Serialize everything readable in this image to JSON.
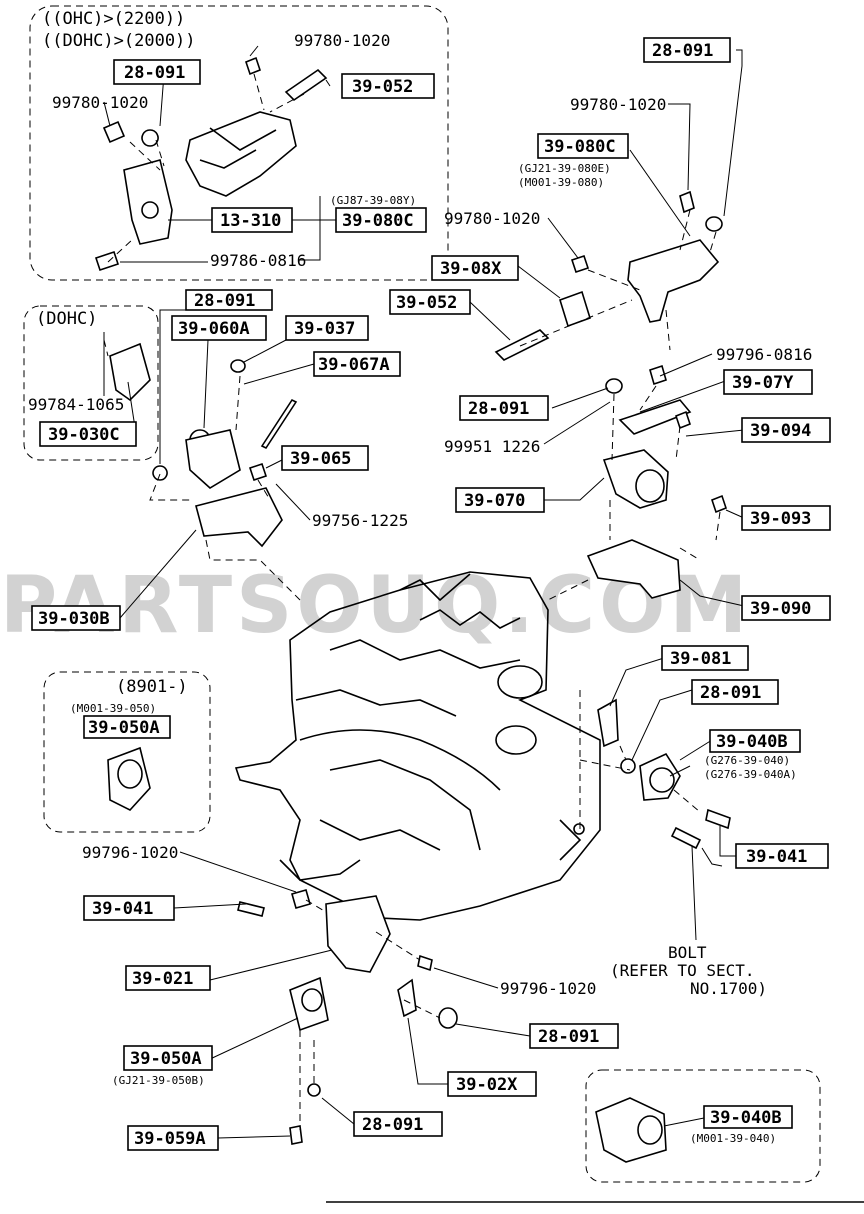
{
  "watermark": "PARTSOUQ.COM",
  "conditions": {
    "ohc_dohc_line1": "((OHC)>(2200))",
    "ohc_dohc_line2": "((DOHC)>(2000))",
    "dohc": "(DOHC)",
    "from_8901": "(8901-)"
  },
  "part_boxes": {
    "b28091_a": "28-091",
    "b39052_a": "39-052",
    "b13310": "13-310",
    "b39080c_a": "39-080C",
    "b28091_b": "28-091",
    "b39080c_b": "39-080C",
    "b3908x": "39-08X",
    "b39052_b": "39-052",
    "b28091_c": "28-091",
    "b39060a": "39-060A",
    "b39037": "39-037",
    "b39067a": "39-067A",
    "b39030c": "39-030C",
    "b39065": "39-065",
    "b39030b": "39-030B",
    "b39050a_a": "39-050A",
    "b28091_d": "28-091",
    "b39070": "39-070",
    "b3907y": "39-07Y",
    "b39094": "39-094",
    "b39093": "39-093",
    "b39090": "39-090",
    "b39081": "39-081",
    "b28091_e": "28-091",
    "b39040b_a": "39-040B",
    "b39041_a": "39-041",
    "b39041_b": "39-041",
    "b39021": "39-021",
    "b28091_f": "28-091",
    "b39050a_b": "39-050A",
    "b39059a": "39-059A",
    "b28091_g": "28-091",
    "b3902x": "39-02X",
    "b39040b_b": "39-040B"
  },
  "plain_labels": {
    "p99780_a": "99780-1020",
    "p99780_b": "99780-1020",
    "p99786": "99786-0816",
    "p99780_c": "99780-1020",
    "p99780_d": "99780-1020",
    "p99784": "99784-1065",
    "p99756": "99756-1225",
    "p99796_0816": "99796-0816",
    "p99951": "99951 1226",
    "p99796_a": "99796-1020",
    "p99796_b": "99796-1020"
  },
  "small_labels": {
    "gj87": "(GJ87-39-08Y)",
    "gj21_080e": "(GJ21-39-080E)",
    "m001_080": "(M001-39-080)",
    "m001_050": "(M001-39-050)",
    "g276_040": "(G276-39-040)",
    "g276_040a": "(G276-39-040A)",
    "gj21_050b": "(GJ21-39-050B)",
    "m001_040": "(M001-39-040)"
  },
  "bolt_note": {
    "line1": "BOLT",
    "line2": "(REFER TO SECT.",
    "line3": "NO.1700)"
  }
}
